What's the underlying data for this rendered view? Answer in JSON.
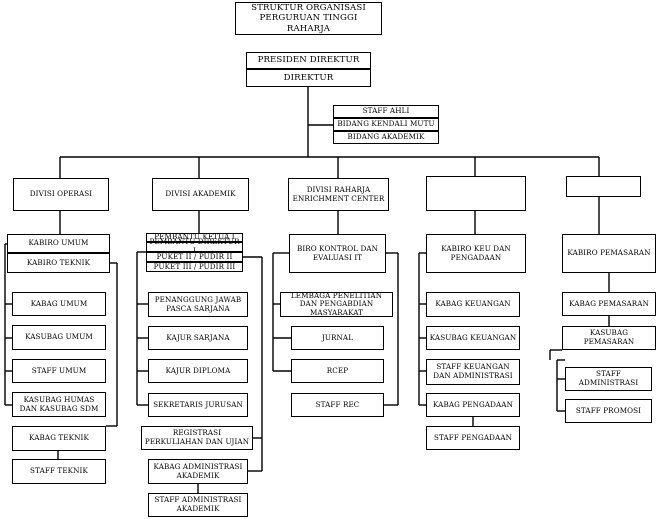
{
  "title": [
    "STRUKTUR ORGANISASI",
    "PERGURUAN TINGGI RAHARJA"
  ],
  "top": {
    "presiden": "PRESIDEN DIREKTUR",
    "direktur": "DIREKTUR"
  },
  "staff_box": [
    "STAFF AHLI",
    "BIDANG KENDALI MUTU",
    "BIDANG AKADEMIK"
  ],
  "divisions": {
    "operasi": {
      "header": "DIVISI OPERASI",
      "kabiro": [
        "KABIRO UMUM",
        "KABIRO TEKNIK"
      ],
      "units": [
        "KABAG UMUM",
        "KASUBAG UMUM",
        "STAFF UMUM",
        "KASUBAG HUMAS DAN KASUBAG SDM",
        "KABAG TEKNIK",
        "STAFF TEKNIK"
      ]
    },
    "akademik": {
      "header": "DIVISI AKADEMIK",
      "pembantu": [
        "PEMBANTU KETUA I",
        "PEMBANTU DIREKTUR I",
        "PUKET II / PUDIR II",
        "PUKET III / PUDIR III"
      ],
      "units": [
        "PENANGGUNG JAWAB PASCA SARJANA",
        "KAJUR SARJANA",
        "KAJUR DIPLOMA",
        "SEKRETARIS JURUSAN",
        "REGISTRASI PERKULIAHAN DAN UJIAN",
        "KABAG ADMINISTRASI AKADEMIK",
        "STAFF ADMINISTRASI AKADEMIK"
      ]
    },
    "rec": {
      "header": "DIVISI RAHARJA ENRICHMENT CENTER",
      "units": [
        "BIRO KONTROL DAN EVALUASI IT",
        "LEMBAGA PENELITIAN DAN PENGABDIAN MASYARAKAT",
        "JURNAL",
        "RCEP",
        "STAFF REC"
      ]
    },
    "keuangan": {
      "header": "",
      "units": [
        "KABIRO KEU DAN PENGADAAN",
        "KABAG KEUANGAN",
        "KASUBAG KEUANGAN",
        "STAFF KEUANGAN DAN ADMINISTRASI",
        "KABAG PENGADAAN",
        "STAFF PENGADAAN"
      ]
    },
    "pemasaran": {
      "header": "",
      "units": [
        "KABIRO PEMASARAN",
        "KABAG PEMASARAN",
        "KASUBAG PEMASARAN",
        "STAFF ADMINISTRASI",
        "STAFF PROMOSI"
      ]
    }
  }
}
